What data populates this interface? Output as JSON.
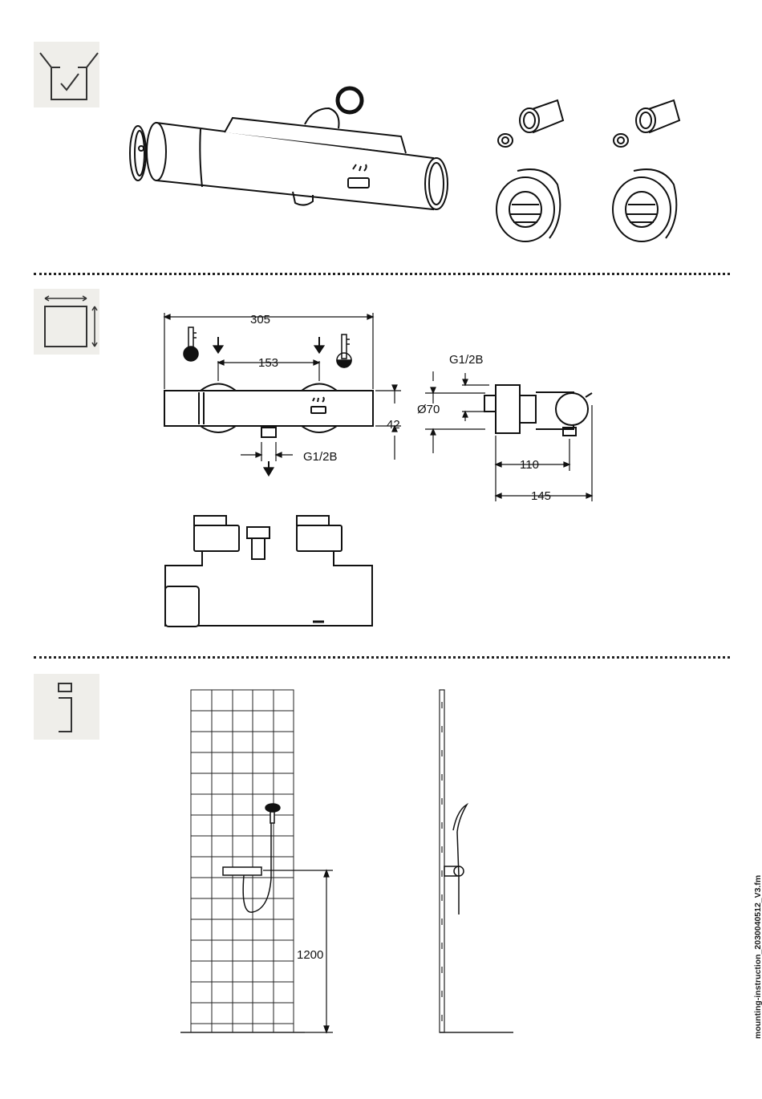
{
  "icons": {
    "scope": "box-check-icon",
    "dimensions": "dimensions-icon",
    "info": "info-icon"
  },
  "dimensions": {
    "overall_width": "305",
    "inlet_spacing": "153",
    "body_height": "42",
    "outlet_thread": "G1/2B",
    "inlet_thread": "G1/2B",
    "body_diameter": "Ø70",
    "depth_short": "110",
    "depth_long": "145"
  },
  "installation": {
    "mounting_height": "1200"
  },
  "footer": {
    "filename": "mounting-instruction_2030040512_V3.fm"
  }
}
